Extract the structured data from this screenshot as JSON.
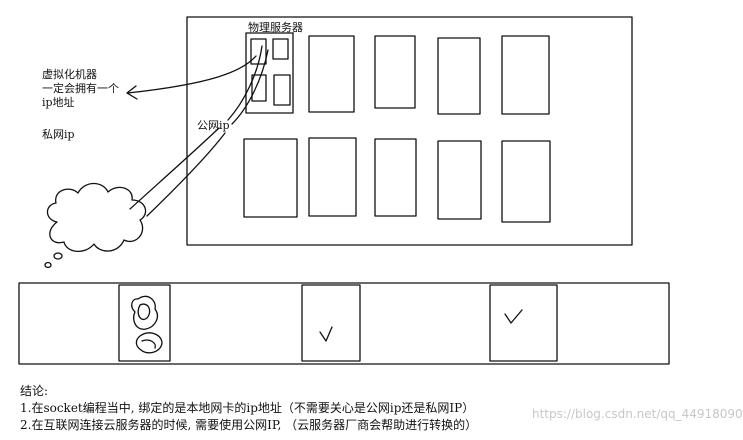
{
  "labels": {
    "server": "物理服务器",
    "vm_line1": "虚拟化机器",
    "vm_line2": "一定会拥有一个",
    "vm_line3": "ip地址",
    "private_ip": "私网ip",
    "public_ip": "公网ip"
  },
  "conclusion": {
    "title": "结论:",
    "points": [
      "1.在socket编程当中, 绑定的是本地网卡的ip地址（不需要关心是公网ip还是私网IP）",
      "2.在互联网连接云服务器的时候, 需要使用公网IP, （云服务器厂商会帮助进行转换的）"
    ]
  },
  "watermark": "https://blog.csdn.net/qq_44918090"
}
